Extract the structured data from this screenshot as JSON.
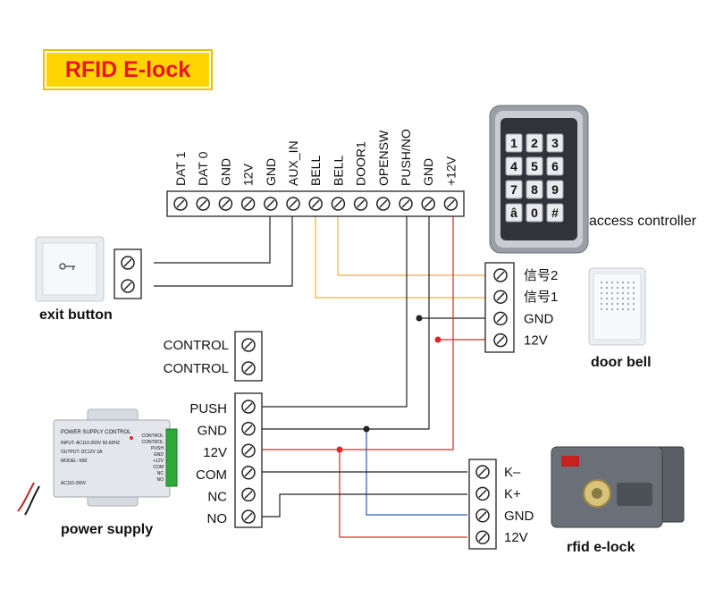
{
  "title": "RFID E-lock",
  "controller_terminals": [
    "DAT 1",
    "DAT 0",
    "GND",
    "12V",
    "GND",
    "AUX_IN",
    "BELL",
    "BELL",
    "DOOR1",
    "OPENSW",
    "PUSH/NO",
    "GND",
    "+12V"
  ],
  "keypad_keys": [
    "1",
    "2",
    "3",
    "4",
    "5",
    "6",
    "7",
    "8",
    "9",
    "â",
    "0",
    "#"
  ],
  "controller_label": "access controller",
  "exit_button_label": "exit button",
  "door_bell_terminals": [
    "信号2",
    "信号1",
    "GND",
    "12V"
  ],
  "door_bell_label": "door bell",
  "control_terminals": [
    "CONTROL",
    "CONTROL"
  ],
  "psu_terminals": [
    "PUSH",
    "GND",
    "12V",
    "COM",
    "NC",
    "NO"
  ],
  "power_supply_label": "power supply",
  "psu_face": {
    "header": "POWER SUPPLY CONTROL",
    "input": "INPUT: AC110-260V 50-60HZ",
    "output": "OUTPUT: DC12V 3A",
    "model": "MODEL: K80",
    "bottom": "AC110-260V",
    "side": [
      "CONTROL",
      "CONTROL",
      "PUSH",
      "GND",
      "+12V",
      "COM",
      "NC",
      "NO"
    ]
  },
  "lock_terminals": [
    "K–",
    "K+",
    "GND",
    "12V"
  ],
  "lock_label": "rfid e-lock",
  "colors": {
    "title_bg": "#ffd400",
    "title_text": "#e8161f",
    "wire_black": "#222222",
    "wire_red": "#e0262a",
    "wire_orange": "#f2b134",
    "wire_blue": "#2a5fb8"
  }
}
